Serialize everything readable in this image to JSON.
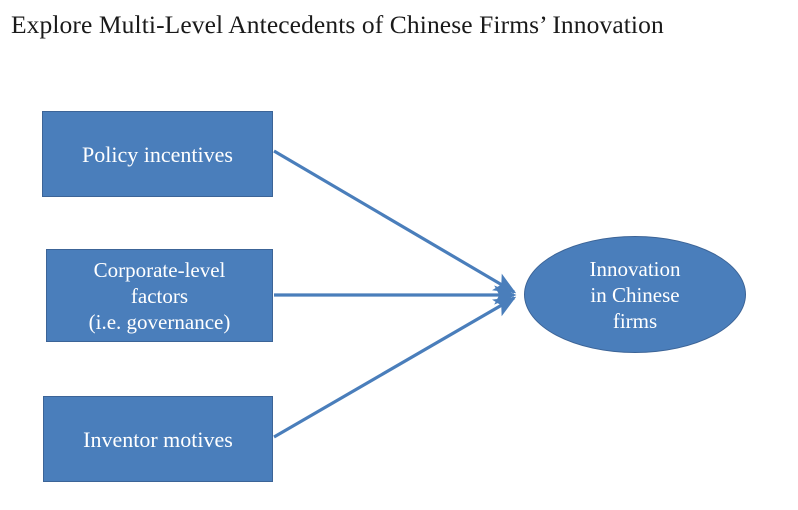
{
  "title": "Explore Multi-Level Antecedents of Chinese Firms’ Innovation",
  "theme": {
    "node_fill": "#4a7ebb",
    "node_border": "#3c6497",
    "node_text": "#ffffff",
    "arrow_color": "#4a7ebb",
    "title_text": "#1a1a1a",
    "background": "#ffffff"
  },
  "diagram": {
    "type": "antecedents-outcome-model",
    "antecedents": [
      {
        "id": "policy-incentives",
        "shape": "rectangle",
        "label": "Policy incentives"
      },
      {
        "id": "corporate-level-factors",
        "shape": "rectangle",
        "label": "Corporate-level\nfactors\n(i.e. governance)"
      },
      {
        "id": "inventor-motives",
        "shape": "rectangle",
        "label": "Inventor motives"
      }
    ],
    "outcome": {
      "id": "innovation-in-chinese-firms",
      "shape": "ellipse",
      "label": "Innovation\nin Chinese\nfirms"
    },
    "connectors": [
      {
        "id": "arrow-policy-to-innovation",
        "from": "policy-incentives",
        "to": "innovation-in-chinese-firms",
        "style": "solid-arrow"
      },
      {
        "id": "arrow-corporate-to-innovation",
        "from": "corporate-level-factors",
        "to": "innovation-in-chinese-firms",
        "style": "solid-arrow"
      },
      {
        "id": "arrow-inventor-to-innovation",
        "from": "inventor-motives",
        "to": "innovation-in-chinese-firms",
        "style": "solid-arrow"
      }
    ]
  }
}
